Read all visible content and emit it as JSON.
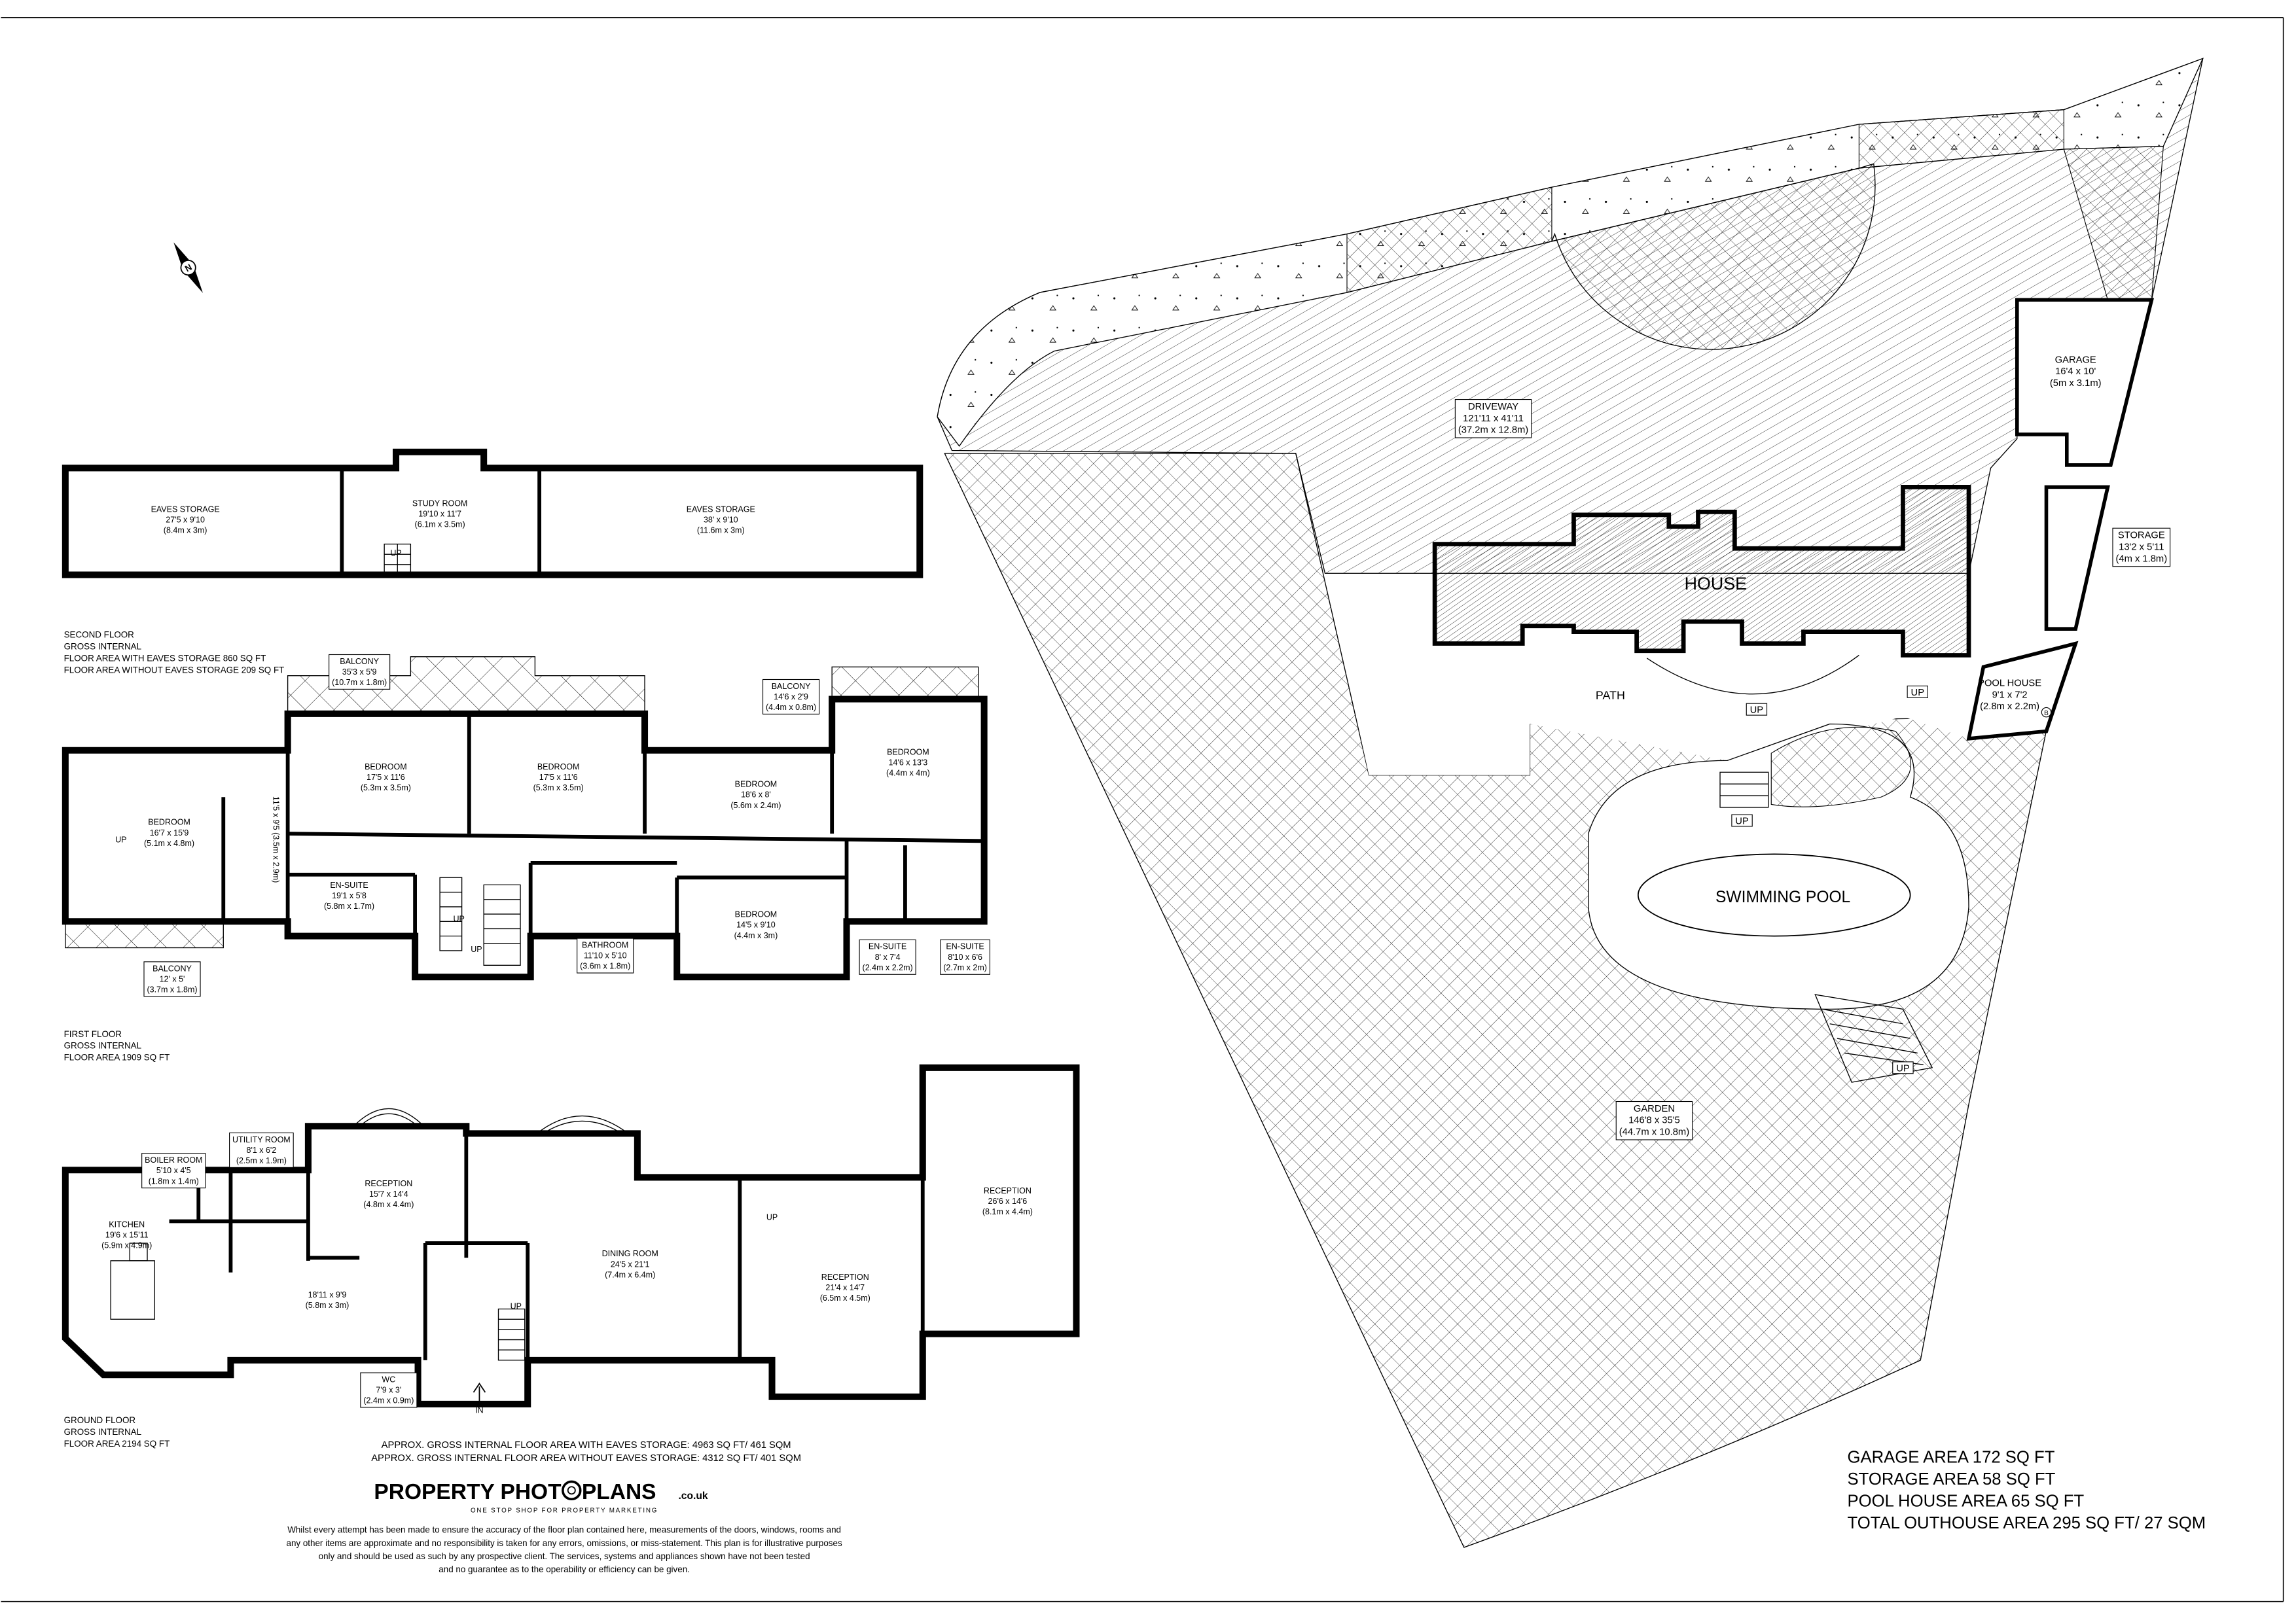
{
  "second_floor": {
    "rooms": [
      {
        "id": "sf_eaves1",
        "lines": [
          "EAVES STORAGE",
          "27'5 x 9'10",
          "(8.4m x 3m)"
        ]
      },
      {
        "id": "sf_study",
        "lines": [
          "STUDY ROOM",
          "19'10 x 11'7",
          "(6.1m x 3.5m)"
        ]
      },
      {
        "id": "sf_eaves2",
        "lines": [
          "EAVES STORAGE",
          "38' x 9'10",
          "(11.6m x 3m)"
        ]
      }
    ],
    "notes": [
      "SECOND FLOOR",
      "GROSS INTERNAL",
      "FLOOR AREA WITH EAVES STORAGE 860 SQ FT",
      "FLOOR AREA WITHOUT EAVES STORAGE 209 SQ FT"
    ]
  },
  "first_floor": {
    "rooms": [
      {
        "id": "ff_balcony1",
        "lines": [
          "BALCONY",
          "35'3 x 5'9",
          "(10.7m x 1.8m)"
        ]
      },
      {
        "id": "ff_bed_a",
        "lines": [
          "BEDROOM",
          "16'7 x 15'9",
          "(5.1m x 4.8m)"
        ]
      },
      {
        "id": "ff_bed_b",
        "lines": [
          "BEDROOM",
          "17'5 x 11'6",
          "(5.3m x 3.5m)"
        ]
      },
      {
        "id": "ff_bed_c",
        "lines": [
          "BEDROOM",
          "17'5 x 11'6",
          "(5.3m x 3.5m)"
        ]
      },
      {
        "id": "ff_bed_d",
        "lines": [
          "BEDROOM",
          "18'6 x 8'",
          "(5.6m x 2.4m)"
        ]
      },
      {
        "id": "ff_balcony2",
        "lines": [
          "BALCONY",
          "14'6 x 2'9",
          "(4.4m x 0.8m)"
        ]
      },
      {
        "id": "ff_bed_e",
        "lines": [
          "BEDROOM",
          "14'6 x 13'3",
          "(4.4m x 4m)"
        ]
      },
      {
        "id": "ff_ensuite1",
        "lines": [
          "EN-SUITE",
          "19'1 x 5'8",
          "(5.8m x 1.7m)"
        ]
      },
      {
        "id": "ff_bathroom",
        "lines": [
          "BATHROOM",
          "11'10 x 5'10",
          "(3.6m x 1.8m)"
        ]
      },
      {
        "id": "ff_bed_f",
        "lines": [
          "BEDROOM",
          "14'5 x 9'10",
          "(4.4m x 3m)"
        ]
      },
      {
        "id": "ff_ensuite2",
        "lines": [
          "EN-SUITE",
          "8' x 7'4",
          "(2.4m x 2.2m)"
        ]
      },
      {
        "id": "ff_ensuite3",
        "lines": [
          "EN-SUITE",
          "8'10 x 6'6",
          "(2.7m x 2m)"
        ]
      },
      {
        "id": "ff_balcony3",
        "lines": [
          "BALCONY",
          "12' x 5'",
          "(3.7m x 1.8m)"
        ]
      }
    ],
    "landing": "11'5 x 9'5 (3.5m x 2.9m)",
    "notes": [
      "FIRST FLOOR",
      "GROSS INTERNAL",
      "FLOOR AREA 1909 SQ FT"
    ]
  },
  "ground_floor": {
    "rooms": [
      {
        "id": "gf_boiler",
        "lines": [
          "BOILER ROOM",
          "5'10 x 4'5",
          "(1.8m x 1.4m)"
        ]
      },
      {
        "id": "gf_utility",
        "lines": [
          "UTILITY ROOM",
          "8'1 x 6'2",
          "(2.5m x 1.9m)"
        ]
      },
      {
        "id": "gf_kitchen",
        "lines": [
          "KITCHEN",
          "19'6 x 15'11",
          "(5.9m x 4.9m)"
        ]
      },
      {
        "id": "gf_reception1",
        "lines": [
          "RECEPTION",
          "15'7 x 14'4",
          "(4.8m x 4.4m)"
        ]
      },
      {
        "id": "gf_hall",
        "lines": [
          "18'11 x 9'9",
          "(5.8m x 3m)"
        ]
      },
      {
        "id": "gf_dining",
        "lines": [
          "DINING ROOM",
          "24'5 x 21'1",
          "(7.4m x 6.4m)"
        ]
      },
      {
        "id": "gf_reception2",
        "lines": [
          "RECEPTION",
          "21'4 x 14'7",
          "(6.5m x 4.5m)"
        ]
      },
      {
        "id": "gf_reception3",
        "lines": [
          "RECEPTION",
          "26'6 x 14'6",
          "(8.1m x 4.4m)"
        ]
      },
      {
        "id": "gf_wc",
        "lines": [
          "WC",
          "7'9 x 3'",
          "(2.4m x 0.9m)"
        ]
      }
    ],
    "entrance": "IN",
    "notes": [
      "GROUND FLOOR",
      "GROSS INTERNAL",
      "FLOOR AREA 2194 SQ FT"
    ]
  },
  "stair_label": "UP",
  "totals": [
    "APPROX. GROSS INTERNAL FLOOR AREA WITH EAVES STORAGE:   4963 SQ FT/  461 SQM",
    "APPROX. GROSS INTERNAL FLOOR AREA WITHOUT EAVES STORAGE:   4312 SQ FT/  401 SQM"
  ],
  "logo": {
    "text_left": "PROPERTY PHOT",
    "text_right": "PLANS",
    "suffix": ".co.uk",
    "tagline": "ONE STOP SHOP FOR PROPERTY MARKETING"
  },
  "compass": "N",
  "disclaimer": [
    "Whilst every attempt has been made to ensure the accuracy of the floor plan contained here, measurements of the doors, windows, rooms and",
    "any other items are approximate and no responsibility is taken for any errors, omissions, or miss-statement. This plan is for illustrative purposes",
    "only and should be used as such by any prospective client. The services, systems and appliances shown have not been tested",
    "and no guarantee as to the operability or efficiency can be given."
  ],
  "site": {
    "rooms": [
      {
        "id": "s_driveway",
        "lines": [
          "DRIVEWAY",
          "121'11 x 41'11",
          "(37.2m x 12.8m)"
        ]
      },
      {
        "id": "s_garage",
        "lines": [
          "GARAGE",
          "16'4 x 10'",
          "(5m x 3.1m)"
        ]
      },
      {
        "id": "s_storage",
        "lines": [
          "STORAGE",
          "13'2 x 5'11",
          "(4m x 1.8m)"
        ]
      },
      {
        "id": "s_poolhouse",
        "lines": [
          "POOL HOUSE",
          "9'1 x 7'2",
          "(2.8m x 2.2m)"
        ]
      },
      {
        "id": "s_garden",
        "lines": [
          "GARDEN",
          "146'8 x 35'5",
          "(44.7m x 10.8m)"
        ]
      }
    ],
    "house": "HOUSE",
    "path": "PATH",
    "pool": "SWIMMING POOL",
    "boiler_marker": "B",
    "outhouse_areas": [
      "GARAGE AREA 172 SQ FT",
      "STORAGE AREA 58 SQ FT",
      "POOL HOUSE AREA 65 SQ FT",
      "TOTAL OUTHOUSE AREA 295 SQ FT/ 27 SQM"
    ]
  }
}
